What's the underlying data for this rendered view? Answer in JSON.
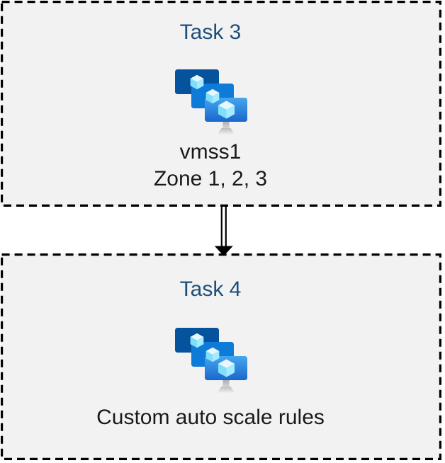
{
  "diagram": {
    "boxes": [
      {
        "title": "Task 3",
        "icon": "vm-scale-sets-icon",
        "labels": [
          "vmss1",
          "Zone 1, 2, 3"
        ]
      },
      {
        "title": "Task 4",
        "icon": "vm-scale-sets-icon",
        "labels": [
          "Custom auto scale rules"
        ]
      }
    ],
    "connector": {
      "type": "double-line-arrow",
      "direction": "down",
      "from": "Task 3",
      "to": "Task 4"
    }
  },
  "colors": {
    "canvas_background": "#ffffff",
    "box_fill": "#f2f2f2",
    "box_border": "#000000",
    "task_title": "#1f4e79",
    "label_text": "#1a1a1a",
    "arrow": "#000000",
    "monitor_back": "#05529d",
    "monitor_middle": "#0f7bd8",
    "monitor_front_top": "#46a7ef",
    "monitor_front_bottom": "#1a66cc",
    "cube_top": "#e6f7fe",
    "cube_left": "#7fdff9",
    "cube_right": "#a5ebff",
    "stand_gray": "#c9c9c9"
  }
}
